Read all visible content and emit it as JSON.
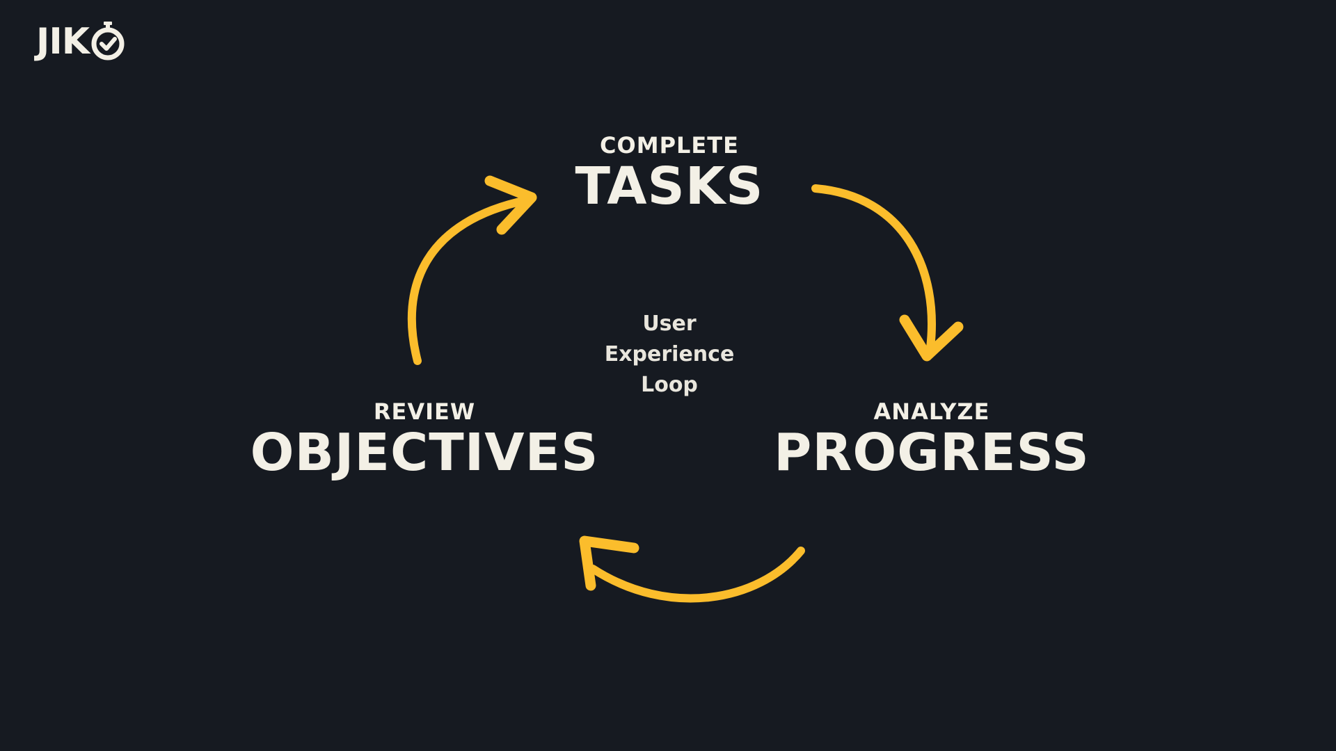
{
  "logo": {
    "text": "JIK"
  },
  "nodes": {
    "tasks": {
      "small": "COMPLETE",
      "big": "TASKS"
    },
    "progress": {
      "small": "ANALYZE",
      "big": "PROGRESS"
    },
    "objectives": {
      "small": "REVIEW",
      "big": "OBJECTIVES"
    }
  },
  "center": {
    "line1": "User",
    "line2": "Experience",
    "line3": "Loop"
  },
  "colors": {
    "background": "#161a21",
    "text": "#f3f0e6",
    "arrow": "#fbbd2c"
  },
  "icons": {
    "logo_o": "stopwatch-check-icon"
  }
}
